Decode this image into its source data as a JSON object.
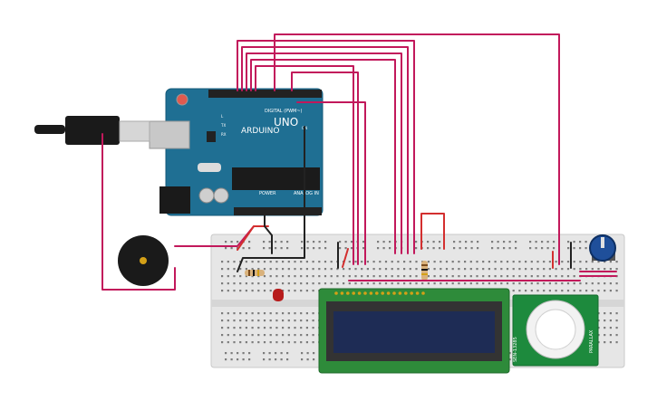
{
  "arduino": {
    "brand": "ARDUINO",
    "model": "UNO",
    "digital_label": "DIGITAL (PWM~)",
    "power_label": "POWER",
    "analog_label": "ANALOG IN",
    "tx_label": "TX",
    "rx_label": "RX",
    "on_label": "ON",
    "l_label": "L"
  },
  "pir": {
    "label_left": "SEN-13285",
    "label_right": "PARALLAX"
  },
  "colors": {
    "board": "#1f6f93",
    "wire_magenta": "#c2185b",
    "wire_red": "#d32f2f",
    "wire_black": "#222222",
    "breadboard": "#e4e4e4",
    "lcd_pcb": "#2e8b3a",
    "lcd_screen": "#1e2c55"
  },
  "icons": [
    "usb-cable-icon",
    "buzzer-icon",
    "led-icon",
    "resistor-icon",
    "potentiometer-icon",
    "pir-sensor-icon",
    "lcd-icon"
  ]
}
